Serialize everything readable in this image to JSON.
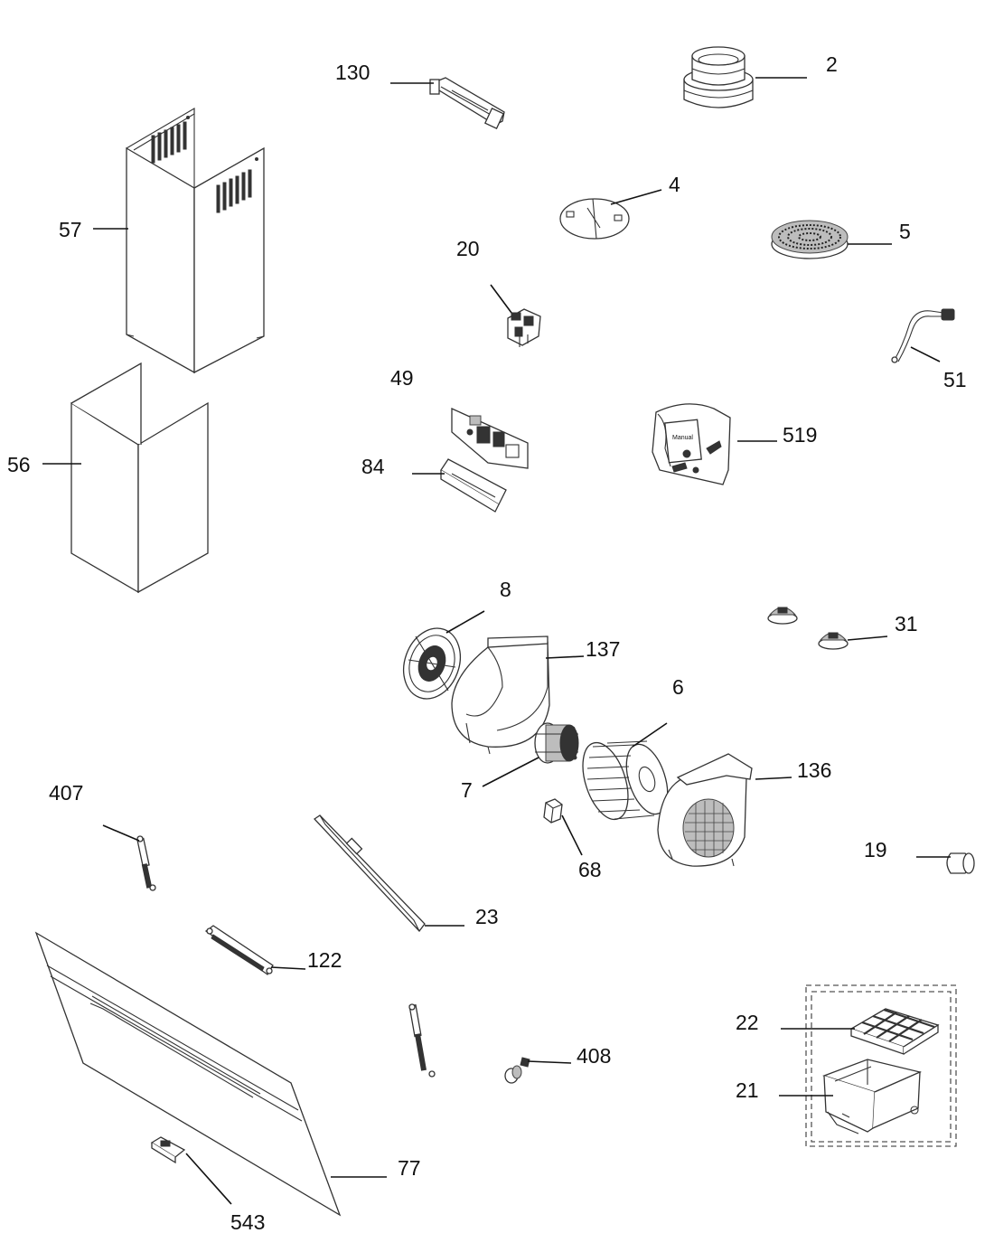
{
  "callouts": {
    "p2": "2",
    "p4": "4",
    "p5": "5",
    "p6": "6",
    "p7": "7",
    "p8": "8",
    "p19": "19",
    "p20": "20",
    "p21": "21",
    "p22": "22",
    "p23": "23",
    "p31": "31",
    "p49": "49",
    "p51": "51",
    "p56": "56",
    "p57": "57",
    "p68": "68",
    "p77": "77",
    "p84": "84",
    "p122": "122",
    "p130": "130",
    "p136": "136",
    "p137": "137",
    "p407": "407",
    "p408": "408",
    "p519": "519",
    "p543": "543"
  },
  "inset_text": {
    "manual_label": "Manual"
  }
}
